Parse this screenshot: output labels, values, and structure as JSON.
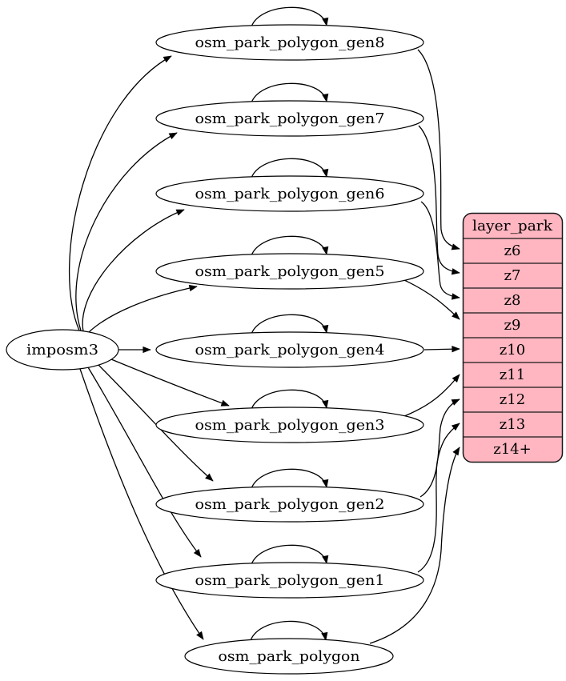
{
  "colors": {
    "background": "#ffffff",
    "table_node_fill": "#ffffff",
    "layer_node_fill": "#ffb6c1",
    "stroke": "#000000"
  },
  "nodes": {
    "source": {
      "label": "imposm3"
    },
    "tables": [
      {
        "label": "osm_park_polygon_gen8"
      },
      {
        "label": "osm_park_polygon_gen7"
      },
      {
        "label": "osm_park_polygon_gen6"
      },
      {
        "label": "osm_park_polygon_gen5"
      },
      {
        "label": "osm_park_polygon_gen4"
      },
      {
        "label": "osm_park_polygon_gen3"
      },
      {
        "label": "osm_park_polygon_gen2"
      },
      {
        "label": "osm_park_polygon_gen1"
      },
      {
        "label": "osm_park_polygon"
      }
    ],
    "layer": {
      "title": "layer_park",
      "rows": [
        "z6",
        "z7",
        "z8",
        "z9",
        "z10",
        "z11",
        "z12",
        "z13",
        "z14+"
      ]
    }
  },
  "edges": {
    "from_source_to": [
      "osm_park_polygon_gen8",
      "osm_park_polygon_gen7",
      "osm_park_polygon_gen6",
      "osm_park_polygon_gen5",
      "osm_park_polygon_gen4",
      "osm_park_polygon_gen3",
      "osm_park_polygon_gen2",
      "osm_park_polygon_gen1",
      "osm_park_polygon"
    ],
    "self_loops": [
      "osm_park_polygon_gen8",
      "osm_park_polygon_gen7",
      "osm_park_polygon_gen6",
      "osm_park_polygon_gen5",
      "osm_park_polygon_gen4",
      "osm_park_polygon_gen3",
      "osm_park_polygon_gen2",
      "osm_park_polygon_gen1",
      "osm_park_polygon"
    ],
    "to_layer_rows": [
      {
        "table": "osm_park_polygon_gen8",
        "row": "z6"
      },
      {
        "table": "osm_park_polygon_gen7",
        "row": "z7"
      },
      {
        "table": "osm_park_polygon_gen6",
        "row": "z8"
      },
      {
        "table": "osm_park_polygon_gen5",
        "row": "z9"
      },
      {
        "table": "osm_park_polygon_gen4",
        "row": "z10"
      },
      {
        "table": "osm_park_polygon_gen3",
        "row": "z11"
      },
      {
        "table": "osm_park_polygon_gen2",
        "row": "z12"
      },
      {
        "table": "osm_park_polygon_gen1",
        "row": "z13"
      },
      {
        "table": "osm_park_polygon",
        "row": "z14+"
      }
    ]
  }
}
